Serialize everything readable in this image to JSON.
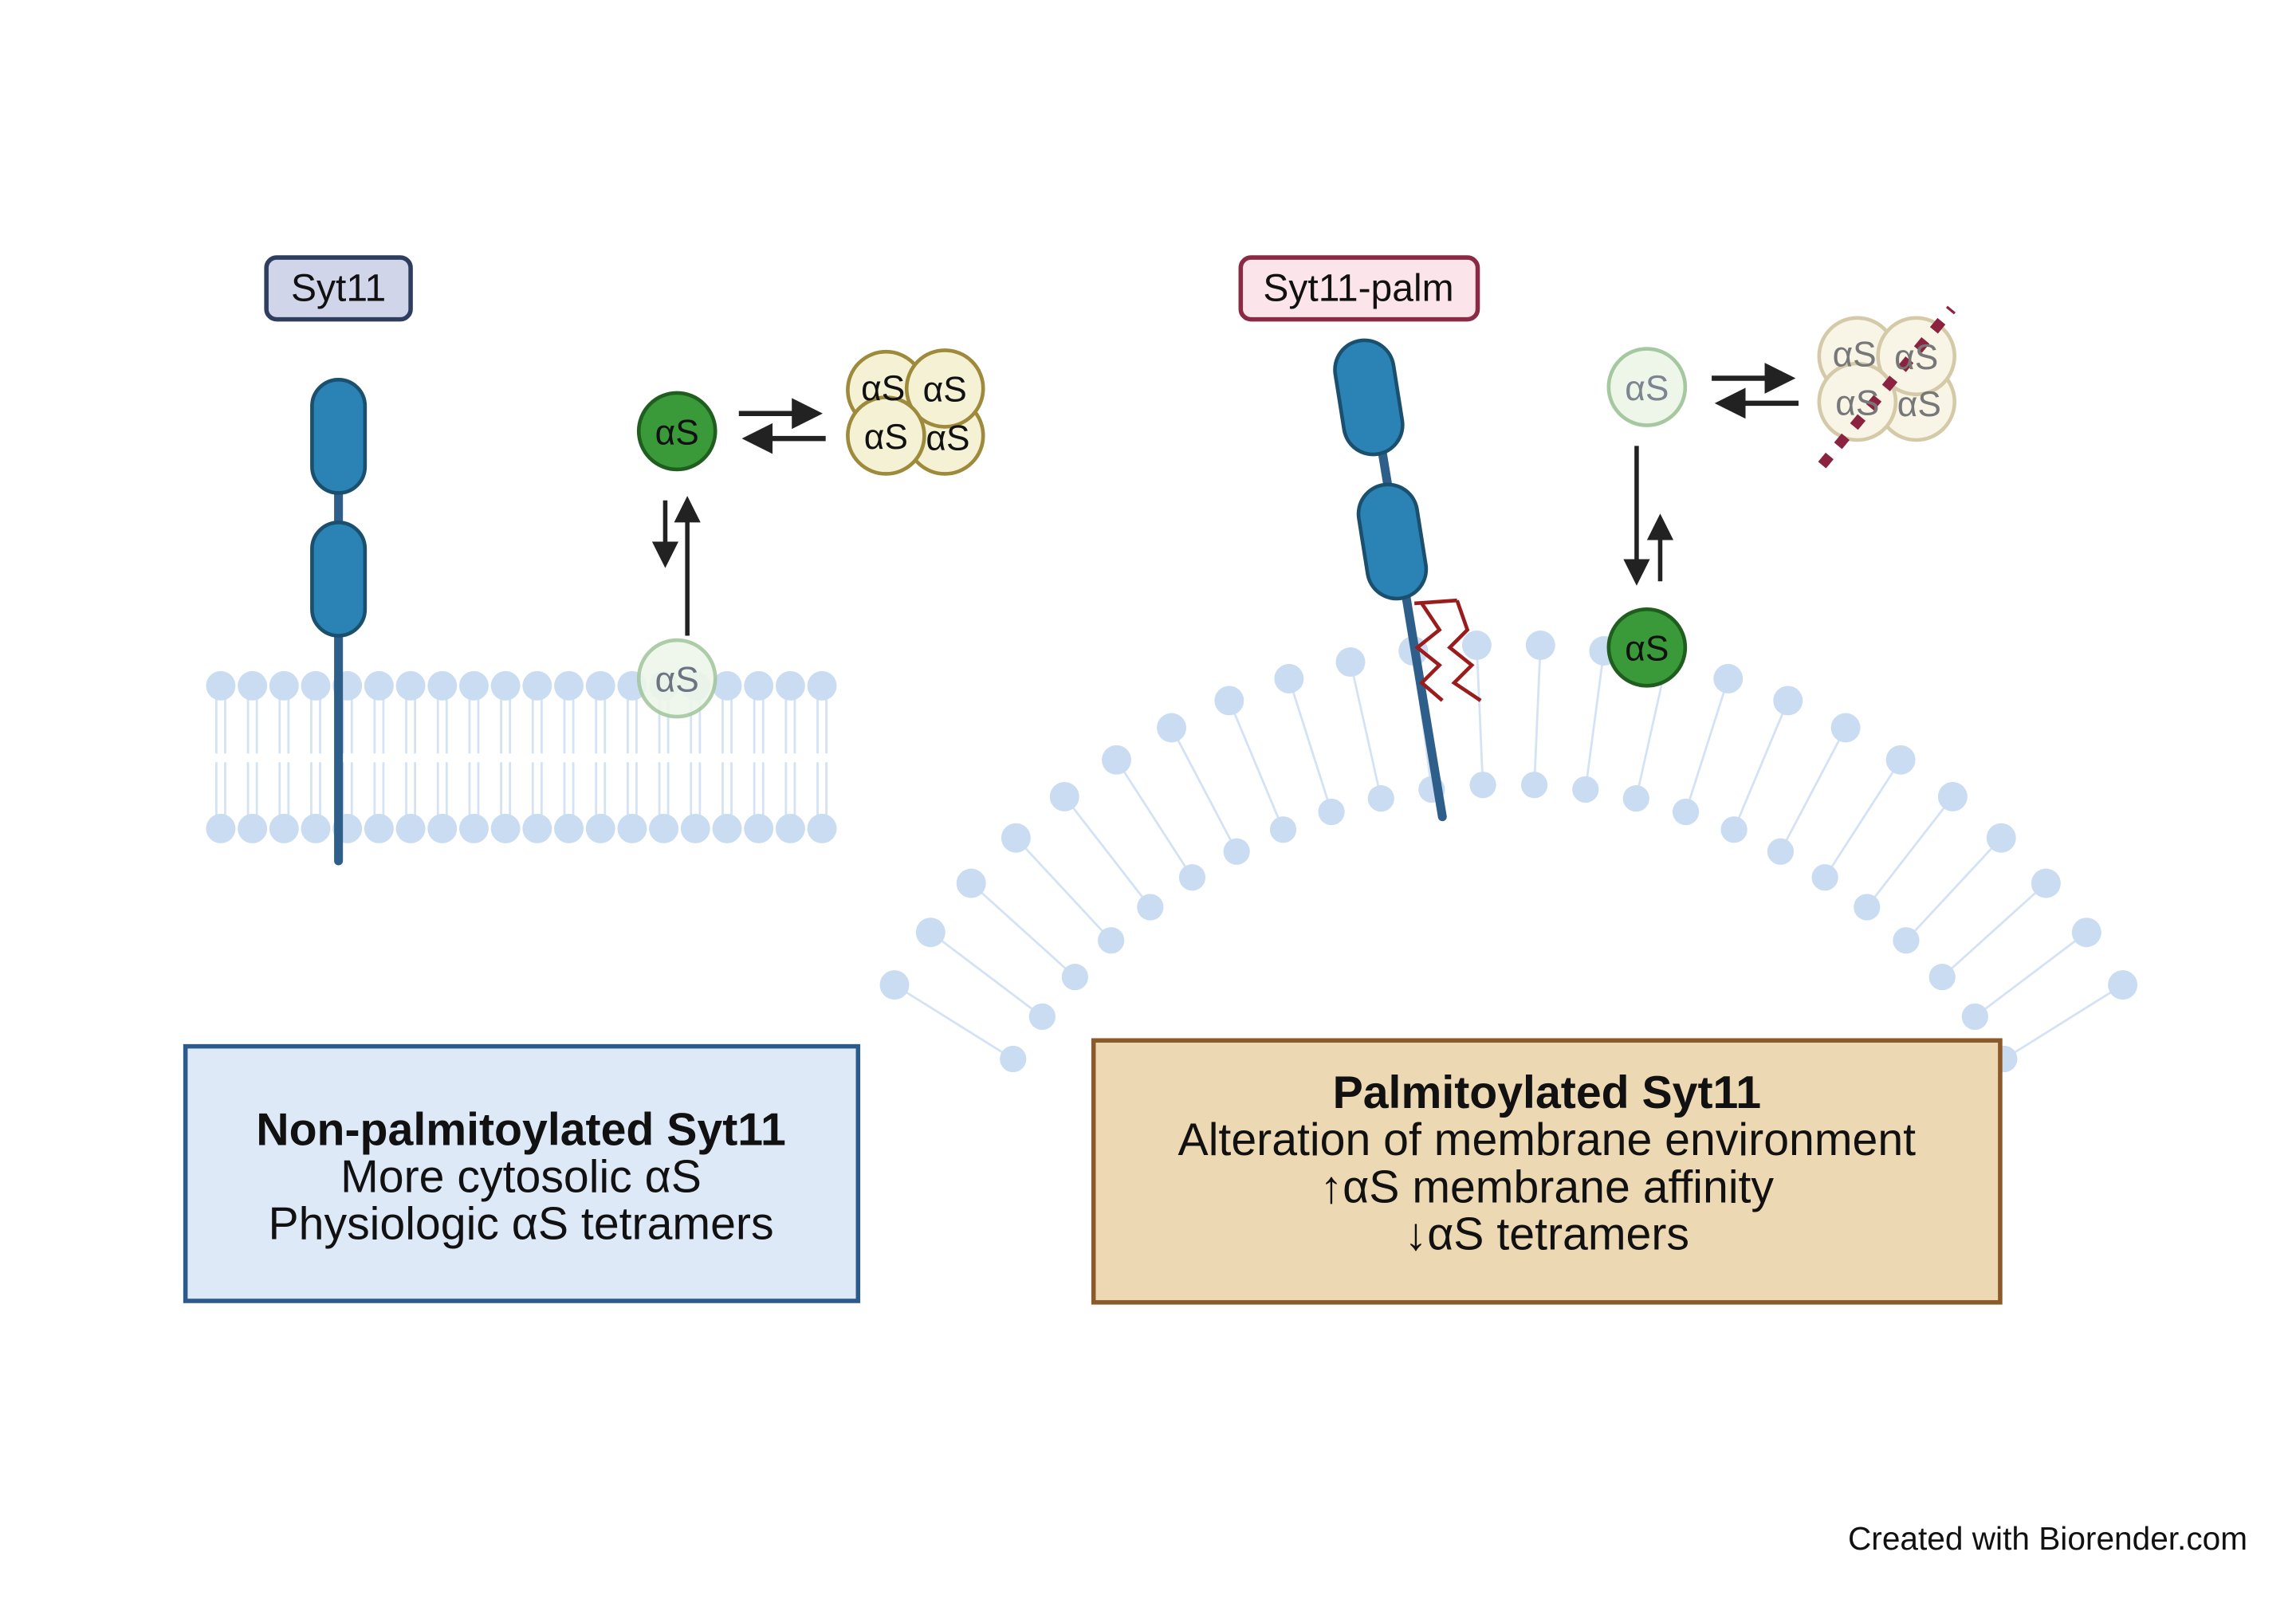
{
  "left_panel": {
    "protein_label": "Syt11",
    "monomer_label": "αS",
    "tetramer_labels": [
      "αS",
      "αS",
      "αS",
      "αS"
    ],
    "membrane_monomer_label": "αS",
    "caption": {
      "title": "Non-palmitoylated Syt11",
      "lines": [
        "More cytosolic αS",
        "Physiologic αS tetramers"
      ]
    }
  },
  "right_panel": {
    "protein_label": "Syt11-palm",
    "cytosolic_monomer_label": "αS",
    "tetramer_labels": [
      "αS",
      "αS",
      "αS",
      "αS"
    ],
    "membrane_monomer_label": "αS",
    "caption": {
      "title": "Palmitoylated Syt11",
      "lines": [
        "Alteration of membrane environment",
        "↑αS membrane affinity",
        "↓αS tetramers"
      ]
    }
  },
  "footer": {
    "credit": "Created with Biorender.com"
  },
  "colors": {
    "protein": "#2a83b4",
    "active_as": "#3a9a3a",
    "tetramer": "#f5f1d5",
    "membrane": "#c9dcf2",
    "palmitate": "#9b1c1c",
    "left_box": "#dde9f7",
    "right_box": "#edd8b4"
  }
}
